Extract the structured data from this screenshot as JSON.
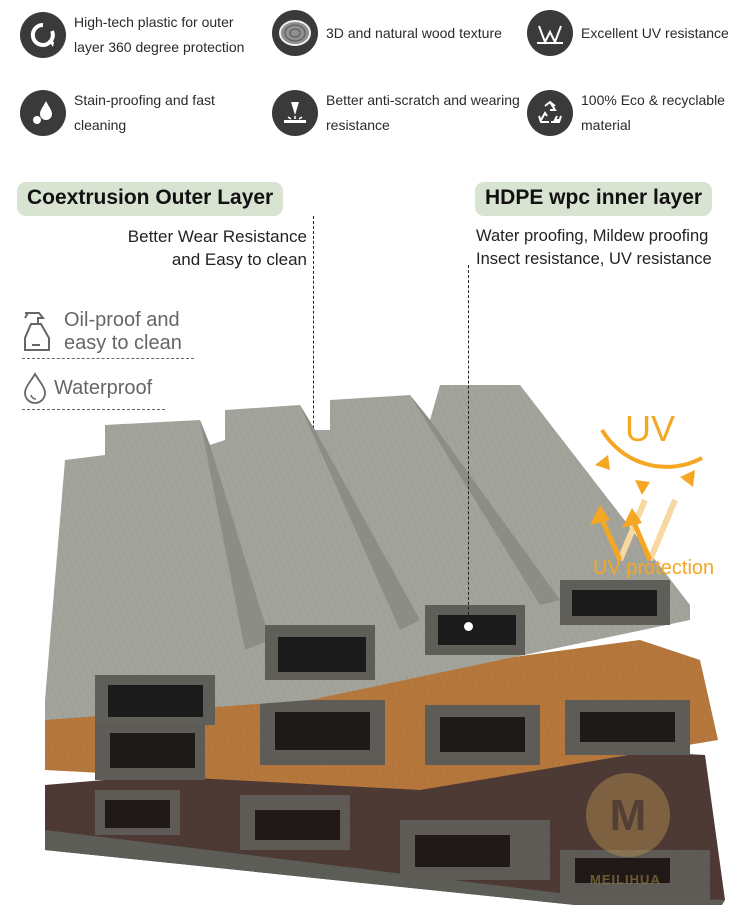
{
  "features": [
    {
      "icon": "rotate-360-icon",
      "text_line1": "High-tech plastic for outer",
      "text_line2": "layer 360 degree protection"
    },
    {
      "icon": "wood-rings-icon",
      "text_line1": "3D and natural wood texture",
      "text_line2": ""
    },
    {
      "icon": "uv-reflection-icon",
      "text_line1": "Excellent UV resistance",
      "text_line2": ""
    },
    {
      "icon": "water-drop-icon",
      "text_line1": "Stain-proofing and fast",
      "text_line2": "cleaning"
    },
    {
      "icon": "scratch-icon",
      "text_line1": "Better anti-scratch and wearing",
      "text_line2": "resistance"
    },
    {
      "icon": "recycle-icon",
      "text_line1": "100% Eco & recyclable",
      "text_line2": "material"
    }
  ],
  "outer_layer": {
    "title": "Coextrusion Outer Layer",
    "line1": "Better Wear Resistance",
    "line2": "and Easy to clean"
  },
  "inner_layer": {
    "title": "HDPE wpc inner layer",
    "line1": "Water proofing,  Mildew proofing",
    "line2": "Insect resistance, UV resistance"
  },
  "side_features": [
    {
      "icon": "spray-bottle-icon",
      "line1": "Oil-proof and",
      "line2": "easy to clean"
    },
    {
      "icon": "water-drop-outline-icon",
      "line1": "Waterproof"
    }
  ],
  "uv_badge": {
    "title": "UV",
    "caption": "UV protection",
    "color": "#f5a623"
  },
  "watermark": "MEILIHUA",
  "colors": {
    "label_bg": "#d8e3d2",
    "board_grey": "#9a9b93",
    "board_teak": "#b5773c",
    "board_walnut": "#4e3a35"
  }
}
